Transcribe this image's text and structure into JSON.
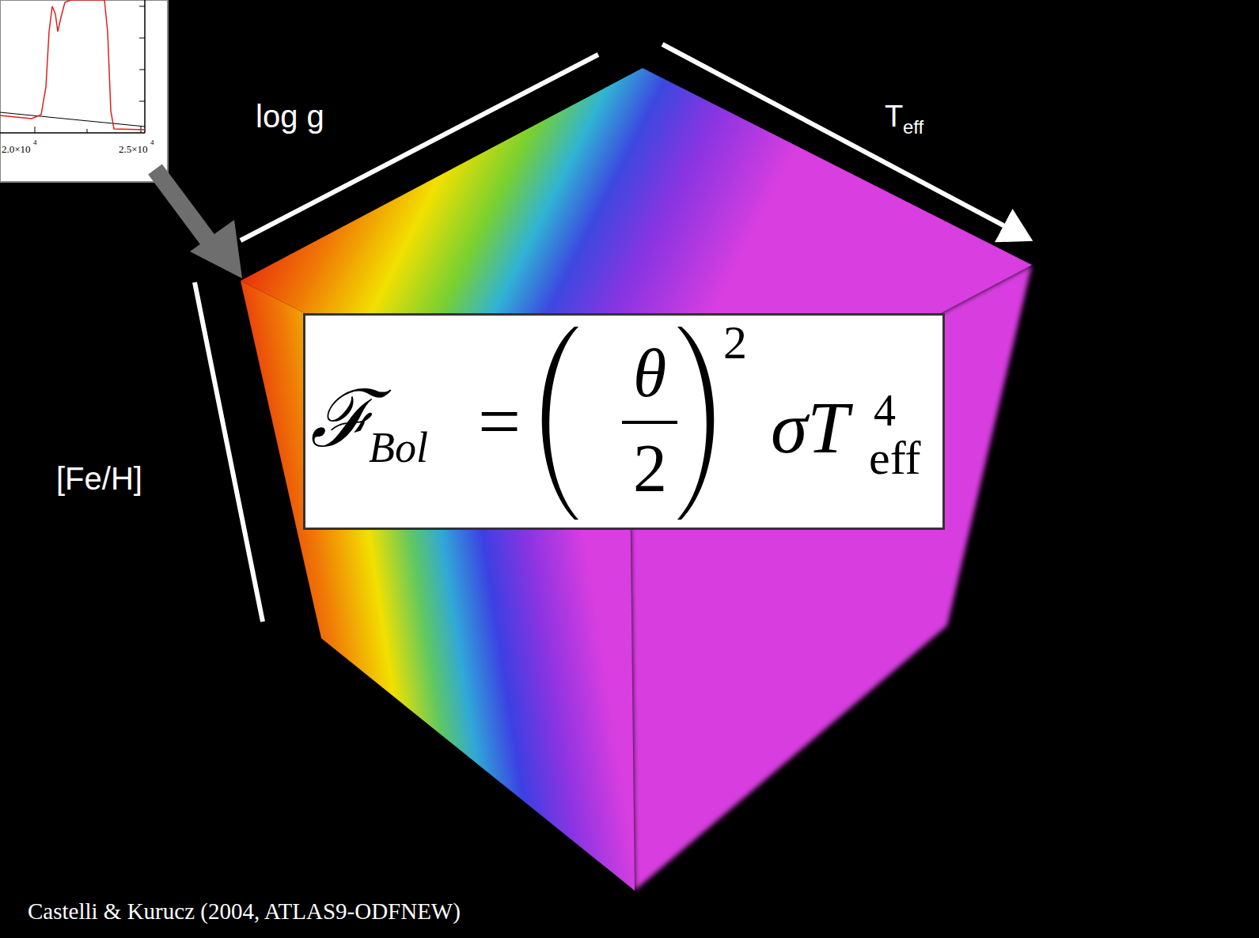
{
  "diagram": {
    "caption": "Castelli & Kurucz (2004, ATLAS9-ODFNEW)",
    "nodes": [
      {
        "text": [
          "ℱ",
          "Bol",
          "=",
          "θ",
          "2",
          "2",
          "σT",
          "4",
          "eff"
        ]
      }
    ],
    "labels": [
      "log g",
      "T",
      "eff",
      "[Fe/H]",
      "2.0×10",
      "4",
      "2.5×10",
      "4"
    ]
  }
}
